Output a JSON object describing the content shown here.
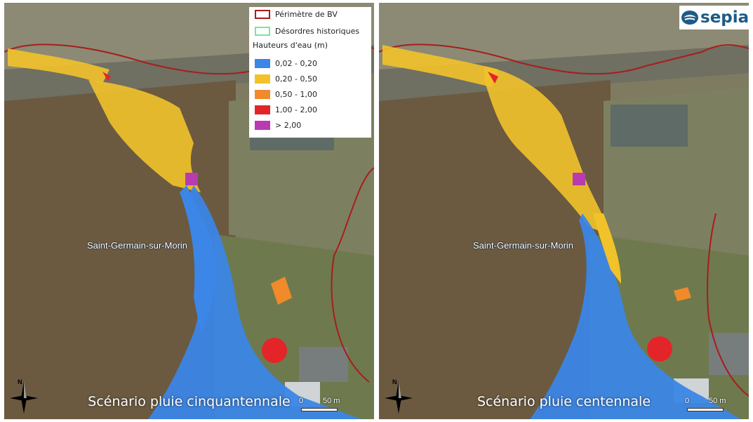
{
  "legend": {
    "perimeter_label": "Périmètre de BV",
    "historic_label": "Désordres historiques",
    "depth_title": "Hauteurs d'eau (m)",
    "classes": [
      {
        "label": "0,02 - 0,20",
        "color": "#3b86e6"
      },
      {
        "label": "0,20 - 0,50",
        "color": "#f2c22b"
      },
      {
        "label": "0,50 - 1,00",
        "color": "#f18a2a"
      },
      {
        "label": "1,00 - 2,00",
        "color": "#e3252a"
      },
      {
        "label": "> 2,00",
        "color": "#b93bb0"
      }
    ],
    "perimeter_color": "#a81d1d",
    "historic_color": "#7fe3a0"
  },
  "logo": {
    "text": "sepia"
  },
  "left_panel": {
    "scenario": "Scénario pluie cinquantennale",
    "place": "Saint-Germain-sur-Morin",
    "north": "N",
    "scale_zero": "0",
    "scale_max": "50 m"
  },
  "right_panel": {
    "scenario": "Scénario pluie centennale",
    "place": "Saint-Germain-sur-Morin",
    "north": "N",
    "scale_zero": "0",
    "scale_max": "50 m"
  }
}
